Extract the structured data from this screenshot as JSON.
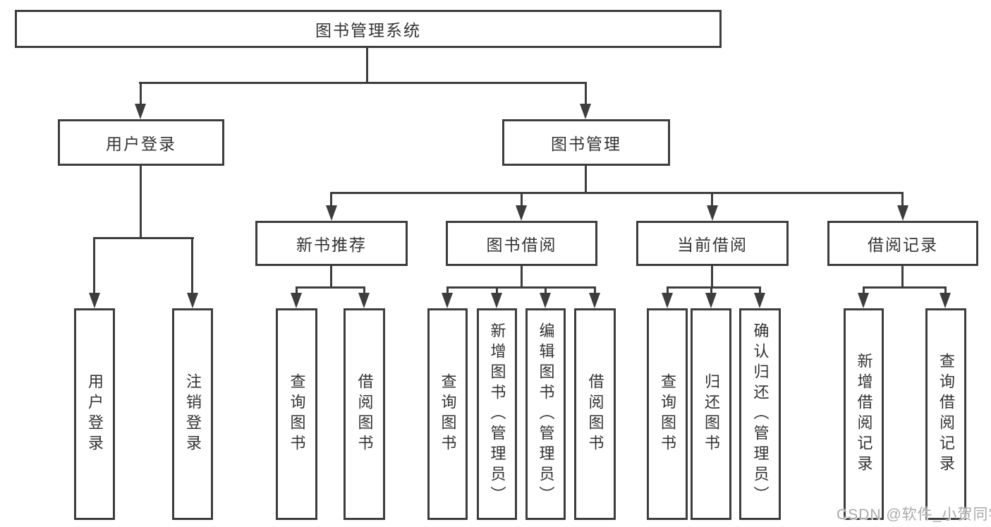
{
  "diagram": {
    "root": {
      "label": "图书管理系统"
    },
    "level2": [
      {
        "label": "用户登录"
      },
      {
        "label": "图书管理"
      }
    ],
    "level3": [
      {
        "label": "新书推荐",
        "parent": "图书管理"
      },
      {
        "label": "图书借阅",
        "parent": "图书管理"
      },
      {
        "label": "当前借阅",
        "parent": "图书管理"
      },
      {
        "label": "借阅记录",
        "parent": "图书管理"
      }
    ],
    "leaves": [
      {
        "label": "用户登录",
        "parent": "用户登录"
      },
      {
        "label": "注销登录",
        "parent": "用户登录"
      },
      {
        "label": "查询图书",
        "parent": "新书推荐"
      },
      {
        "label": "借阅图书",
        "parent": "新书推荐"
      },
      {
        "label": "查询图书",
        "parent": "图书借阅"
      },
      {
        "label": "新增图书（管理员）",
        "parent": "图书借阅"
      },
      {
        "label": "编辑图书（管理员）",
        "parent": "图书借阅"
      },
      {
        "label": "借阅图书",
        "parent": "图书借阅"
      },
      {
        "label": "查询图书",
        "parent": "当前借阅"
      },
      {
        "label": "归还图书",
        "parent": "当前借阅"
      },
      {
        "label": "确认归还（管理员）",
        "parent": "当前借阅"
      },
      {
        "label": "新增借阅记录",
        "parent": "借阅记录"
      },
      {
        "label": "查询借阅记录",
        "parent": "借阅记录"
      }
    ],
    "watermark": "CSDN @软件_小贺同学",
    "colors": {
      "line": "#3d3d3d",
      "text": "#333333",
      "background": "#ffffff",
      "watermark": "#a9a9a9"
    }
  }
}
